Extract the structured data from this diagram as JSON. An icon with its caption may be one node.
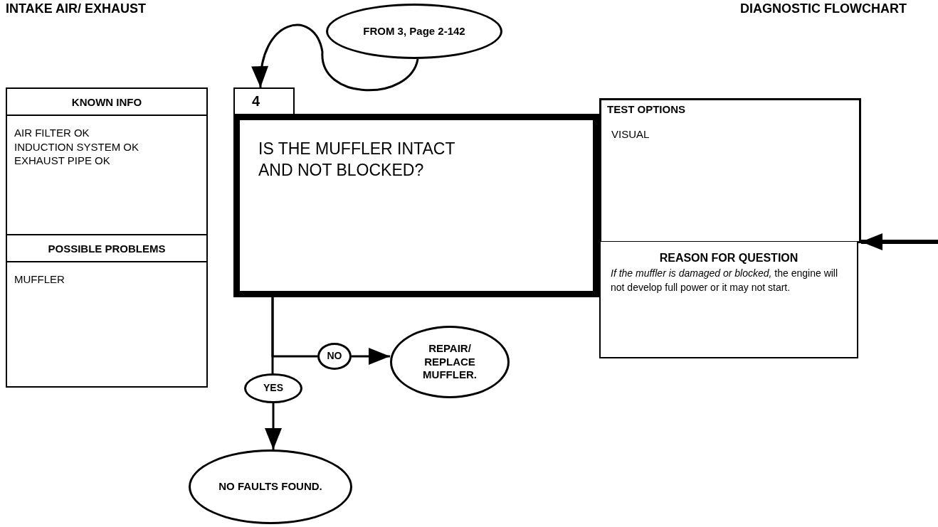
{
  "diagram": {
    "nodes": [
      {
        "text": [
          "FROM 3, Page 2-142"
        ]
      },
      {
        "text": [
          "KNOWN INFO",
          "AIR FILTER OK",
          "INDUCTION SYSTEM OK",
          "EXHAUST PIPE OK"
        ]
      },
      {
        "text": [
          "POSSIBLE PROBLEMS",
          "MUFFLER"
        ]
      },
      {
        "text": [
          "4"
        ]
      },
      {
        "text": [
          "IS THE MUFFLER INTACT AND NOT BLOCKED?"
        ]
      },
      {
        "text": [
          "TEST OPTIONS",
          "VISUAL"
        ]
      },
      {
        "text": [
          "REASON FOR QUESTION",
          "*If the muffler is damaged or blocked,* the engine will not develop full power or it may not start."
        ]
      },
      {
        "text": [
          "NO"
        ]
      },
      {
        "text": [
          "REPAIR/ REPLACE MUFFLER."
        ]
      },
      {
        "text": [
          "YES"
        ]
      },
      {
        "text": [
          "NO FAULTS FOUND."
        ]
      }
    ],
    "edges": [
      {
        "from": 0,
        "to": 3,
        "arrow": "to"
      },
      {
        "from": 4,
        "to": 7,
        "arrow": "none"
      },
      {
        "from": 7,
        "to": 8,
        "arrow": "to"
      },
      {
        "from": 4,
        "to": 9,
        "arrow": "none"
      },
      {
        "from": 9,
        "to": 10,
        "arrow": "to"
      },
      {
        "from": null,
        "to": 6,
        "arrow": "to",
        "style": "thick"
      }
    ],
    "labels": [
      "INTAKE AIR/ EXHAUST",
      "DIAGNOSTIC FLOWCHART"
    ]
  }
}
